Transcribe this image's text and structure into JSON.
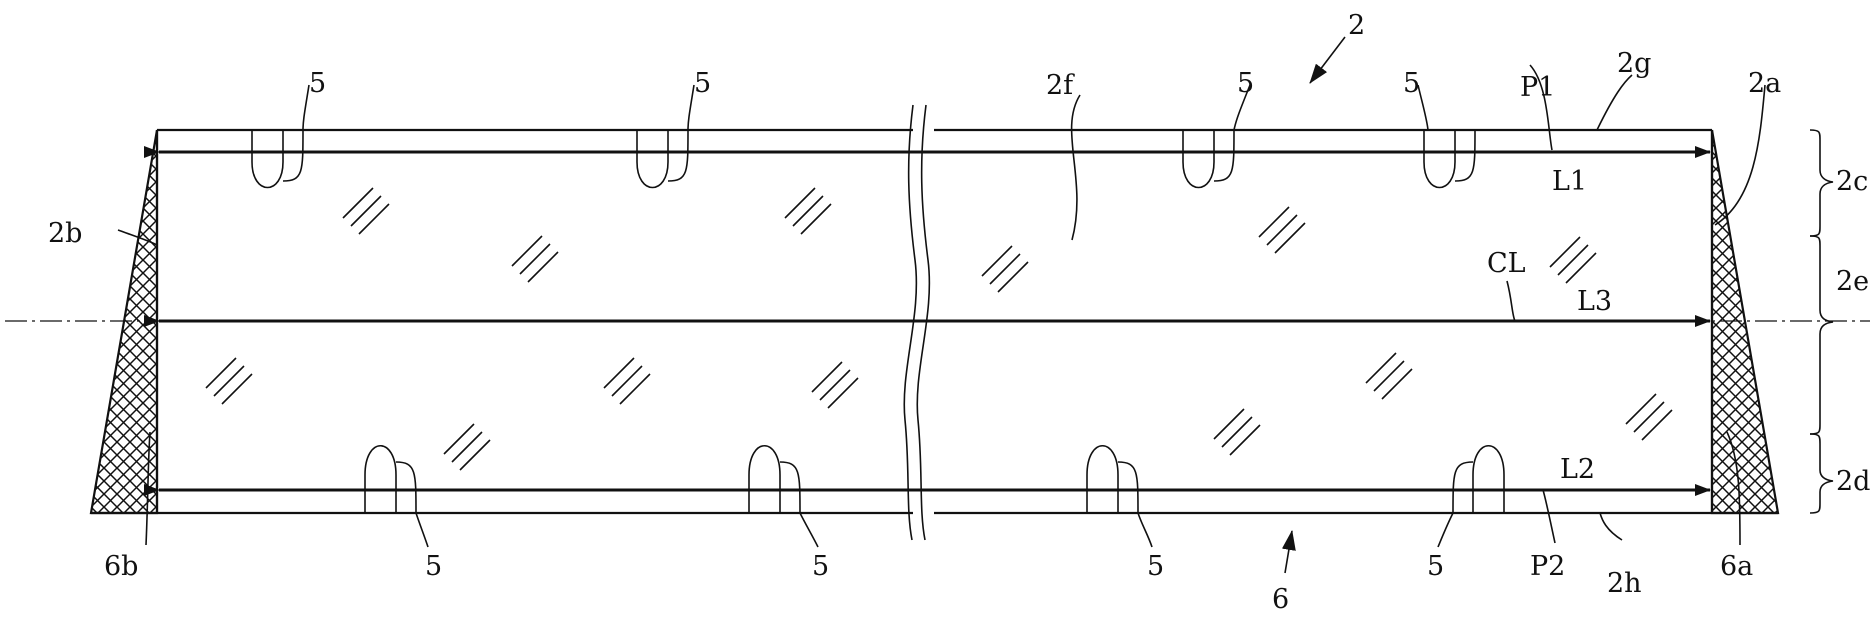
{
  "labels": {
    "assembly": "2",
    "glass_face": "2f",
    "top_edge": "2g",
    "bottom_edge": "2h",
    "right_end": "2a",
    "left_end": "2b",
    "upper_zone": "2c",
    "middle_zone": "2e",
    "lower_zone": "2d",
    "top_point": "P1",
    "bottom_point": "P2",
    "top_length": "L1",
    "middle_length": "L3",
    "bottom_length": "L2",
    "centerline": "CL",
    "base_member": "6",
    "right_block": "6a",
    "left_block": "6b",
    "clip": "5"
  }
}
